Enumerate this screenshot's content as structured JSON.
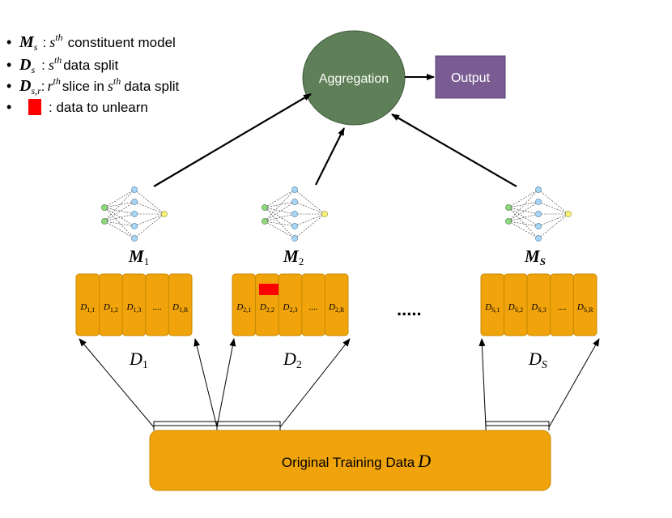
{
  "legend": {
    "item1": {
      "symbol": "M",
      "sub": "s",
      "sep": ":",
      "sup_base": "s",
      "sup": "th",
      "text": "constituent model"
    },
    "item2": {
      "symbol": "D",
      "sub": "s",
      "sep": ":",
      "sup_base": "s",
      "sup": "th",
      "text": "data split"
    },
    "item3": {
      "symbol": "D",
      "sub": "s,r",
      "sep": ":",
      "sup_base_1": "r",
      "sup_1": "th",
      "text_mid": "slice in",
      "sup_base_2": "s",
      "sup_2": "th",
      "text": "data split"
    },
    "item4": {
      "text": ": data to unlearn"
    }
  },
  "aggregation": {
    "label": "Aggregation"
  },
  "output": {
    "label": "Output"
  },
  "models": [
    {
      "symbol": "M",
      "sub": "1"
    },
    {
      "symbol": "M",
      "sub": "2"
    },
    {
      "symbol": "M",
      "sub": "S"
    }
  ],
  "splits": [
    {
      "symbol": "D",
      "sub": "1",
      "slices": [
        {
          "base": "D",
          "sub": "1,1"
        },
        {
          "base": "D",
          "sub": "1,2"
        },
        {
          "base": "D",
          "sub": "1,3"
        },
        {
          "text": "...."
        },
        {
          "base": "D",
          "sub": "1,R"
        }
      ]
    },
    {
      "symbol": "D",
      "sub": "2",
      "slices": [
        {
          "base": "D",
          "sub": "2,1"
        },
        {
          "base": "D",
          "sub": "2,2"
        },
        {
          "base": "D",
          "sub": "2,3"
        },
        {
          "text": "...."
        },
        {
          "base": "D",
          "sub": "2,R"
        }
      ]
    },
    {
      "symbol": "D",
      "sub": "S",
      "slices": [
        {
          "base": "D",
          "sub": "S,1"
        },
        {
          "base": "D",
          "sub": "S,2"
        },
        {
          "base": "D",
          "sub": "S,3"
        },
        {
          "text": "...."
        },
        {
          "base": "D",
          "sub": "S,R"
        }
      ]
    }
  ],
  "ellipsis": ".....",
  "training_data": {
    "label": "Original Training Data",
    "symbol": "D"
  },
  "colors": {
    "block_fill": "#F0A30A",
    "block_stroke": "#C98A00",
    "aggregation_fill": "#5E7F57",
    "output_fill": "#7A5C93",
    "unlearn": "#FF0000",
    "node_input": "#8ED77E",
    "node_hidden": "#A8D6F5",
    "node_output": "#F7F27A"
  }
}
